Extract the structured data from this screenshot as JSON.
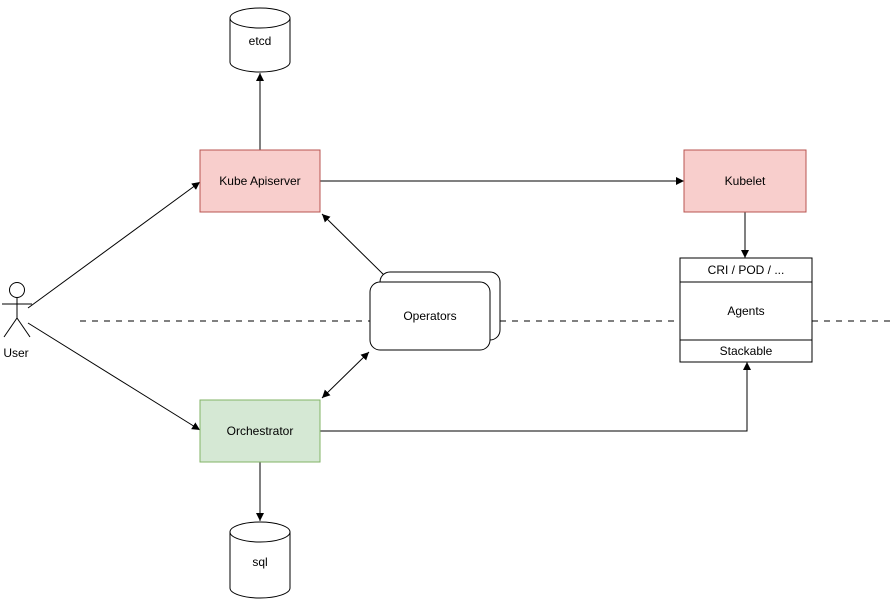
{
  "diagram": {
    "background": "#ffffff",
    "colors": {
      "control_plane_fill": "#f8cecc",
      "control_plane_stroke": "#b85450",
      "orchestrator_fill": "#d5e8d4",
      "orchestrator_stroke": "#82b366",
      "shape_fill": "#ffffff",
      "shape_stroke": "#000000",
      "edge_color": "#000000",
      "text_color": "#000000"
    },
    "nodes": {
      "etcd": {
        "label": "etcd",
        "shape": "cylinder"
      },
      "kube_apiserver": {
        "label": "Kube Apiserver",
        "shape": "rectangle",
        "fill": "#f8cecc",
        "stroke": "#b85450"
      },
      "kubelet": {
        "label": "Kubelet",
        "shape": "rectangle",
        "fill": "#f8cecc",
        "stroke": "#b85450"
      },
      "user": {
        "label": "User",
        "shape": "actor"
      },
      "operators": {
        "label": "Operators",
        "shape": "stacked-rounded-rectangle"
      },
      "agents": {
        "header": "CRI / POD / ...",
        "label": "Agents",
        "footer": "Stackable",
        "shape": "list"
      },
      "orchestrator": {
        "label": "Orchestrator",
        "shape": "rectangle",
        "fill": "#d5e8d4",
        "stroke": "#82b366"
      },
      "sql": {
        "label": "sql",
        "shape": "cylinder"
      }
    },
    "edges": [
      {
        "from": "User",
        "to": "Kube Apiserver",
        "arrow": "end"
      },
      {
        "from": "User",
        "to": "Orchestrator",
        "arrow": "end"
      },
      {
        "from": "Kube Apiserver",
        "to": "etcd",
        "arrow": "end"
      },
      {
        "from": "Kube Apiserver",
        "to": "Kubelet",
        "arrow": "end"
      },
      {
        "from": "Kubelet",
        "to": "CRI / POD / ...",
        "arrow": "end"
      },
      {
        "from": "Operators",
        "to": "Kube Apiserver",
        "arrow": "end"
      },
      {
        "from": "Operators",
        "to": "Orchestrator",
        "arrow": "both"
      },
      {
        "from": "Orchestrator",
        "to": "Stackable",
        "arrow": "end",
        "routing": "orthogonal"
      },
      {
        "from": "Orchestrator",
        "to": "sql",
        "arrow": "end"
      }
    ],
    "separator": {
      "style": "dashed",
      "color": "#000000"
    }
  }
}
